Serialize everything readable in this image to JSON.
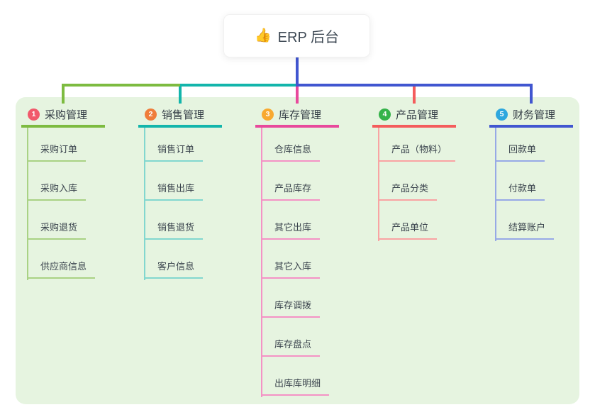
{
  "root": {
    "icon": "👍",
    "title": "ERP 后台"
  },
  "colors": {
    "root_line": "#4156d0",
    "panel_bg": "#e6f4e0",
    "card_bg": "#ffffff"
  },
  "branches": [
    {
      "num": "1",
      "label": "采购管理",
      "badge_color": "#f1596b",
      "line_color": "#7dbb40",
      "child_line_color": "#a9d284",
      "children": [
        "采购订单",
        "采购入库",
        "采购退货",
        "供应商信息"
      ]
    },
    {
      "num": "2",
      "label": "销售管理",
      "badge_color": "#ef7d3b",
      "line_color": "#13b5ab",
      "child_line_color": "#82d7cf",
      "children": [
        "销售订单",
        "销售出库",
        "销售退货",
        "客户信息"
      ]
    },
    {
      "num": "3",
      "label": "库存管理",
      "badge_color": "#f8a930",
      "line_color": "#e8499c",
      "child_line_color": "#f492c5",
      "children": [
        "仓库信息",
        "产品库存",
        "其它出库",
        "其它入库",
        "库存调拨",
        "库存盘点",
        "出库库明细"
      ]
    },
    {
      "num": "4",
      "label": "产品管理",
      "badge_color": "#35b34a",
      "line_color": "#f45c5c",
      "child_line_color": "#f9a3a3",
      "children": [
        "产品（物料）",
        "产品分类",
        "产品单位"
      ]
    },
    {
      "num": "5",
      "label": "财务管理",
      "badge_color": "#2ea7de",
      "line_color": "#4156d0",
      "child_line_color": "#97a9e6",
      "children": [
        "回款单",
        "付款单",
        "结算账户"
      ]
    }
  ]
}
